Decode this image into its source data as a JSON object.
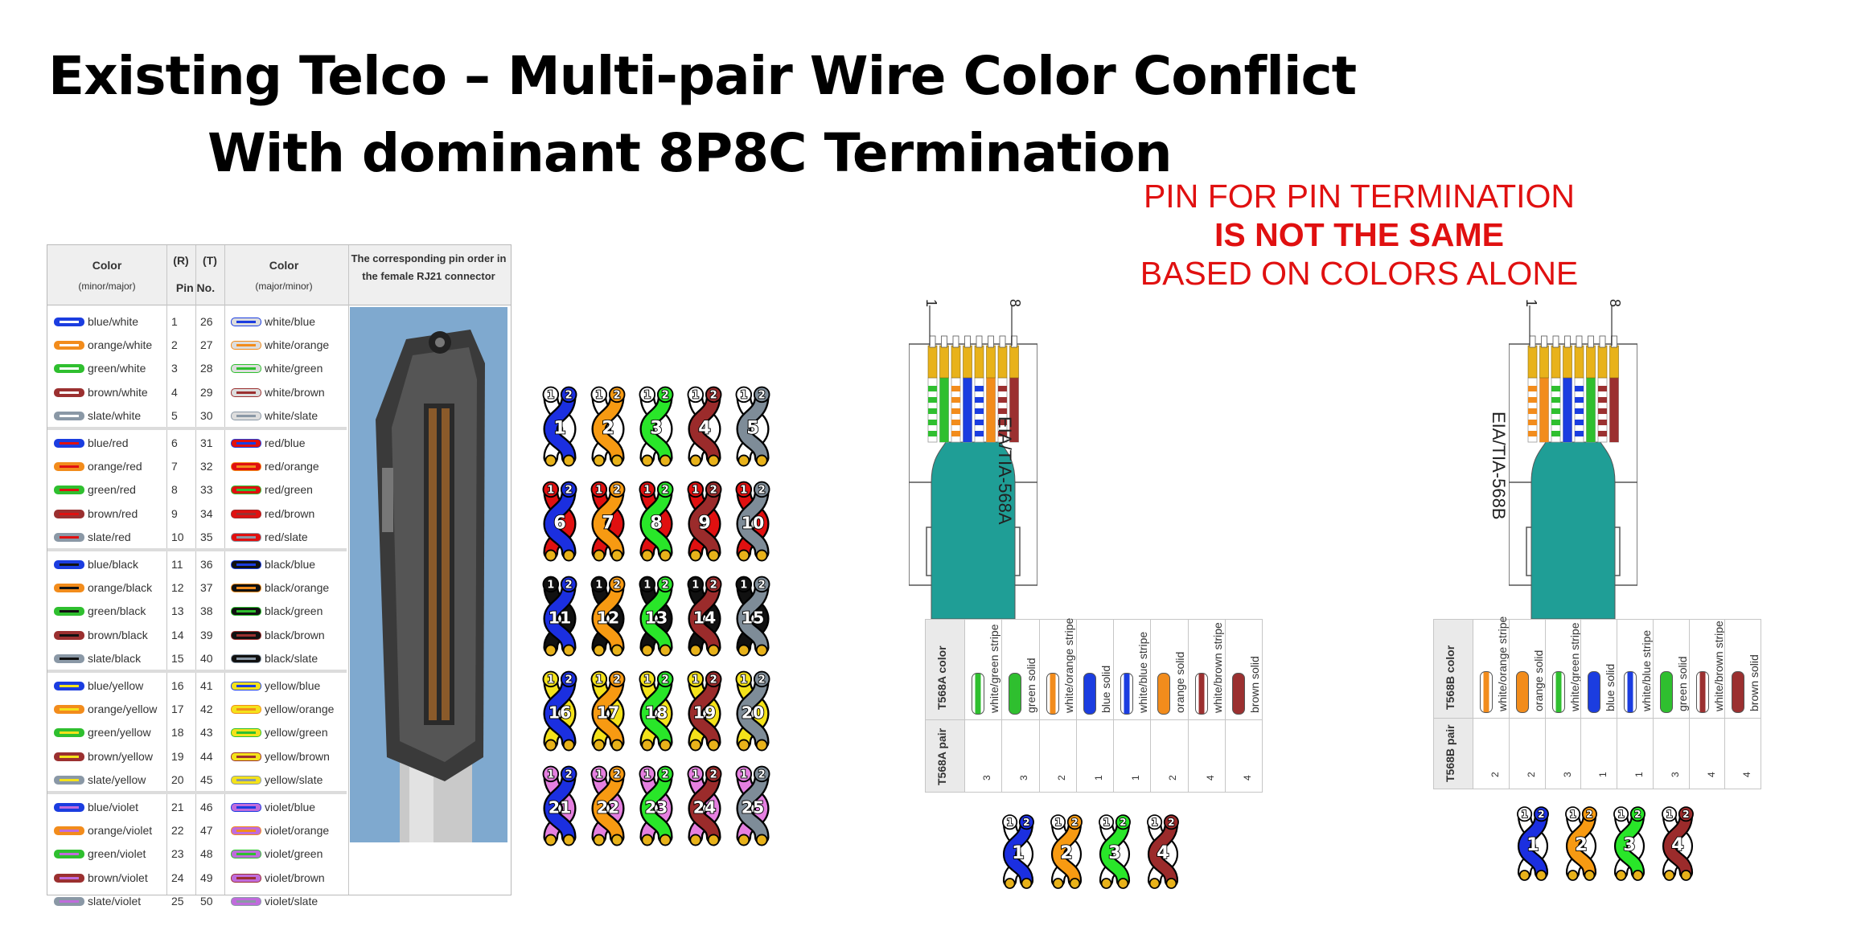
{
  "title_line1": "Existing Telco – Multi-pair Wire Color Conflict",
  "title_line2": "With dominant 8P8C Termination",
  "note": {
    "line1": "PIN FOR PIN TERMINATION",
    "line2": "IS NOT THE SAME",
    "line3": "BASED ON COLORS ALONE"
  },
  "pair_table": {
    "headers": {
      "color_left": "Color",
      "color_left_sub": "(minor/major)",
      "r": "(R)",
      "t": "(T)",
      "pin_no": "Pin No.",
      "color_right": "Color",
      "color_right_sub": "(major/minor)",
      "rj21": "The corresponding pin order in the female RJ21 connector"
    },
    "rows": [
      {
        "left": "blue/white",
        "r": "1",
        "t": "26",
        "right": "white/blue",
        "major": "#ffffff",
        "minor": "#1b3de0"
      },
      {
        "left": "orange/white",
        "r": "2",
        "t": "27",
        "right": "white/orange",
        "major": "#ffffff",
        "minor": "#f28c1c"
      },
      {
        "left": "green/white",
        "r": "3",
        "t": "28",
        "right": "white/green",
        "major": "#ffffff",
        "minor": "#2fbf2f"
      },
      {
        "left": "brown/white",
        "r": "4",
        "t": "29",
        "right": "white/brown",
        "major": "#ffffff",
        "minor": "#9b3030"
      },
      {
        "left": "slate/white",
        "r": "5",
        "t": "30",
        "right": "white/slate",
        "major": "#ffffff",
        "minor": "#8a98a6"
      },
      {
        "left": "blue/red",
        "r": "6",
        "t": "31",
        "right": "red/blue",
        "major": "#e01010",
        "minor": "#1b3de0"
      },
      {
        "left": "orange/red",
        "r": "7",
        "t": "32",
        "right": "red/orange",
        "major": "#e01010",
        "minor": "#f28c1c"
      },
      {
        "left": "green/red",
        "r": "8",
        "t": "33",
        "right": "red/green",
        "major": "#e01010",
        "minor": "#2fbf2f"
      },
      {
        "left": "brown/red",
        "r": "9",
        "t": "34",
        "right": "red/brown",
        "major": "#e01010",
        "minor": "#9b3030"
      },
      {
        "left": "slate/red",
        "r": "10",
        "t": "35",
        "right": "red/slate",
        "major": "#e01010",
        "minor": "#8a98a6"
      },
      {
        "left": "blue/black",
        "r": "11",
        "t": "36",
        "right": "black/blue",
        "major": "#111111",
        "minor": "#1b3de0"
      },
      {
        "left": "orange/black",
        "r": "12",
        "t": "37",
        "right": "black/orange",
        "major": "#111111",
        "minor": "#f28c1c"
      },
      {
        "left": "green/black",
        "r": "13",
        "t": "38",
        "right": "black/green",
        "major": "#111111",
        "minor": "#2fbf2f"
      },
      {
        "left": "brown/black",
        "r": "14",
        "t": "39",
        "right": "black/brown",
        "major": "#111111",
        "minor": "#9b3030"
      },
      {
        "left": "slate/black",
        "r": "15",
        "t": "40",
        "right": "black/slate",
        "major": "#111111",
        "minor": "#8a98a6"
      },
      {
        "left": "blue/yellow",
        "r": "16",
        "t": "41",
        "right": "yellow/blue",
        "major": "#f4e21a",
        "minor": "#1b3de0"
      },
      {
        "left": "orange/yellow",
        "r": "17",
        "t": "42",
        "right": "yellow/orange",
        "major": "#f4e21a",
        "minor": "#f28c1c"
      },
      {
        "left": "green/yellow",
        "r": "18",
        "t": "43",
        "right": "yellow/green",
        "major": "#f4e21a",
        "minor": "#2fbf2f"
      },
      {
        "left": "brown/yellow",
        "r": "19",
        "t": "44",
        "right": "yellow/brown",
        "major": "#f4e21a",
        "minor": "#9b3030"
      },
      {
        "left": "slate/yellow",
        "r": "20",
        "t": "45",
        "right": "yellow/slate",
        "major": "#f4e21a",
        "minor": "#8a98a6"
      },
      {
        "left": "blue/violet",
        "r": "21",
        "t": "46",
        "right": "violet/blue",
        "major": "#c06bdc",
        "minor": "#1b3de0"
      },
      {
        "left": "orange/violet",
        "r": "22",
        "t": "47",
        "right": "violet/orange",
        "major": "#c06bdc",
        "minor": "#f28c1c"
      },
      {
        "left": "green/violet",
        "r": "23",
        "t": "48",
        "right": "violet/green",
        "major": "#c06bdc",
        "minor": "#2fbf2f"
      },
      {
        "left": "brown/violet",
        "r": "24",
        "t": "49",
        "right": "violet/brown",
        "major": "#c06bdc",
        "minor": "#9b3030"
      },
      {
        "left": "slate/violet",
        "r": "25",
        "t": "50",
        "right": "violet/slate",
        "major": "#c06bdc",
        "minor": "#8a98a6"
      }
    ]
  },
  "pair_grid": {
    "pin_a": "1",
    "pin_b": "2",
    "major_colors": [
      "#ffffff",
      "#e01010",
      "#111111",
      "#f4e21a",
      "#e580e0"
    ],
    "minor_colors": [
      "#1b2fe0",
      "#f79a12",
      "#29e629",
      "#9b2b2b",
      "#7e8c98"
    ]
  },
  "t568a": {
    "label": "EIA/TIA-568A",
    "pin_first": "1",
    "pin_last": "8",
    "header_color": "T568A color",
    "header_pair": "T568A pair",
    "wires": [
      {
        "name": "white/green stripe",
        "pair": "3",
        "color": "#2fbf2f",
        "striped": true
      },
      {
        "name": "green solid",
        "pair": "3",
        "color": "#2fbf2f",
        "striped": false
      },
      {
        "name": "white/orange stripe",
        "pair": "2",
        "color": "#f28c1c",
        "striped": true
      },
      {
        "name": "blue solid",
        "pair": "1",
        "color": "#1b3de0",
        "striped": false
      },
      {
        "name": "white/blue stripe",
        "pair": "1",
        "color": "#1b3de0",
        "striped": true
      },
      {
        "name": "orange solid",
        "pair": "2",
        "color": "#f28c1c",
        "striped": false
      },
      {
        "name": "white/brown stripe",
        "pair": "4",
        "color": "#9b3030",
        "striped": true
      },
      {
        "name": "brown solid",
        "pair": "4",
        "color": "#9b3030",
        "striped": false
      }
    ]
  },
  "t568b": {
    "label": "EIA/TIA-568B",
    "pin_first": "1",
    "pin_last": "8",
    "header_color": "T568B color",
    "header_pair": "T568B pair",
    "wires": [
      {
        "name": "white/orange stripe",
        "pair": "2",
        "color": "#f28c1c",
        "striped": true
      },
      {
        "name": "orange solid",
        "pair": "2",
        "color": "#f28c1c",
        "striped": false
      },
      {
        "name": "white/green stripe",
        "pair": "3",
        "color": "#2fbf2f",
        "striped": true
      },
      {
        "name": "blue solid",
        "pair": "1",
        "color": "#1b3de0",
        "striped": false
      },
      {
        "name": "white/blue stripe",
        "pair": "1",
        "color": "#1b3de0",
        "striped": true
      },
      {
        "name": "green solid",
        "pair": "3",
        "color": "#2fbf2f",
        "striped": false
      },
      {
        "name": "white/brown stripe",
        "pair": "4",
        "color": "#9b3030",
        "striped": true
      },
      {
        "name": "brown solid",
        "pair": "4",
        "color": "#9b3030",
        "striped": false
      }
    ]
  },
  "small_pairs_a": [
    "1",
    "2",
    "3",
    "4"
  ],
  "small_pairs_b": [
    "1",
    "2",
    "3",
    "4"
  ],
  "colors": {
    "cable": "#1f9e96",
    "note_red": "#e01010",
    "gold": "#e8b21a"
  }
}
